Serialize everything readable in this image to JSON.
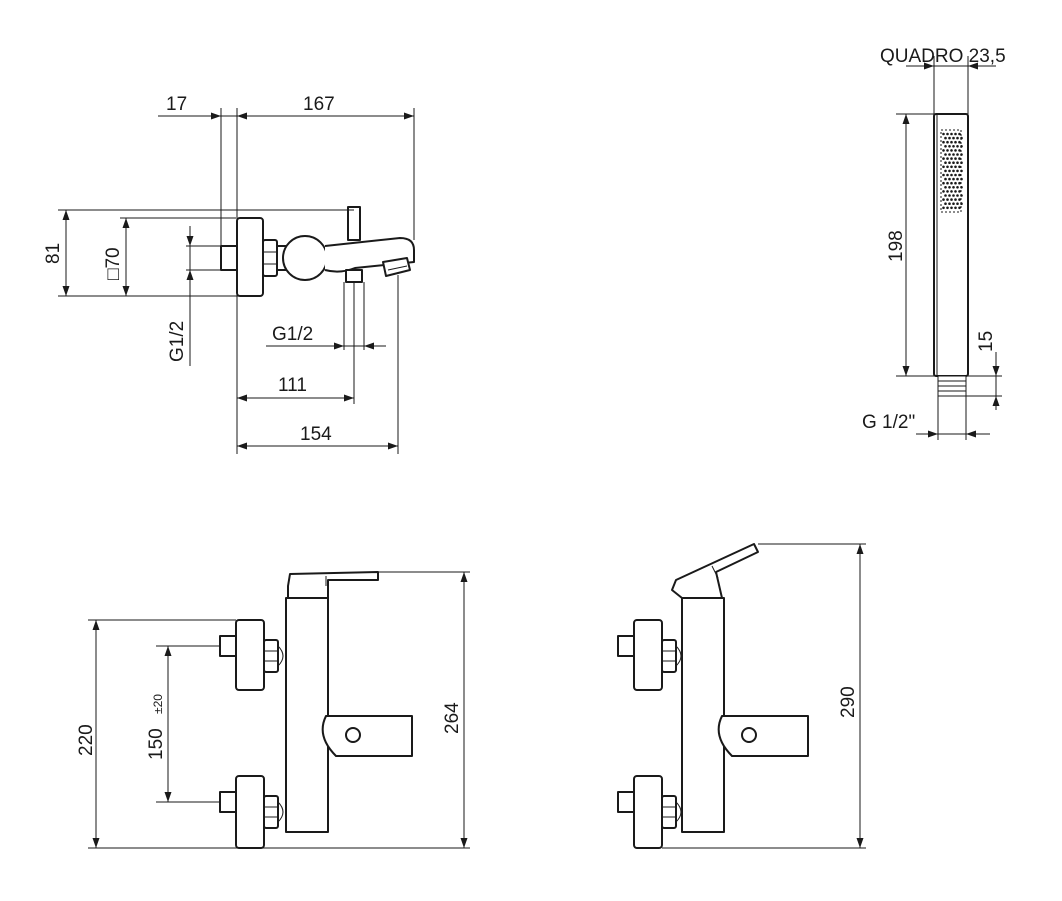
{
  "top_view": {
    "dim_offset": "17",
    "dim_spout_length": "167",
    "dim_height": "81",
    "dim_square": "□70",
    "dim_inlet_thread": "G1/2",
    "dim_outlet_thread": "G1/2",
    "dim_outlet_distance": "111",
    "dim_total_length": "154"
  },
  "hand_shower": {
    "dim_square_section": "QUADRO 23,5",
    "dim_length": "198",
    "dim_connector": "15",
    "dim_thread": "G 1/2\""
  },
  "front_view": {
    "dim_wall_height": "220",
    "dim_centers": "150",
    "dim_centers_tolerance": "±20",
    "dim_total_height": "264"
  },
  "side_view": {
    "dim_total_height": "290"
  }
}
